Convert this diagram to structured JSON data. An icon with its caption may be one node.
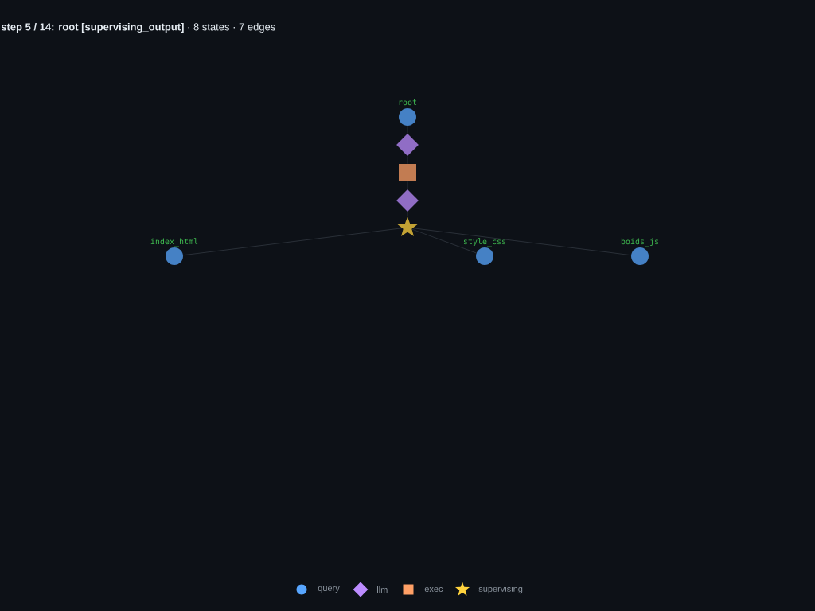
{
  "diagram": {
    "title": "**step 5 / 14: root [supervising_output]** · 8 states · 7 edges",
    "nodes": [
      {
        "text": [
          "root"
        ]
      },
      {
        "text": [],
        "shape": "diamond"
      },
      {
        "text": [],
        "shape": "box"
      },
      {
        "text": [],
        "shape": "diamond"
      },
      {
        "text": [],
        "shape": "star"
      },
      {
        "text": [
          "index_html"
        ]
      },
      {
        "text": [
          "style_css"
        ]
      },
      {
        "text": [
          "boids_js"
        ]
      }
    ],
    "edges": [
      {
        "from": 0,
        "to": 1,
        "arrow": "none"
      },
      {
        "from": 1,
        "to": 2,
        "arrow": "none"
      },
      {
        "from": 2,
        "to": 3,
        "arrow": "none"
      },
      {
        "from": 3,
        "to": 4,
        "arrow": "none"
      },
      {
        "from": 4,
        "to": 5,
        "arrow": "none"
      },
      {
        "from": 4,
        "to": 6,
        "arrow": "none"
      },
      {
        "from": 4,
        "to": 7,
        "arrow": "none"
      }
    ],
    "legend": [
      {
        "text": "query",
        "color": "#58a6ff"
      },
      {
        "text": "llm",
        "color": "#bc8cff"
      },
      {
        "text": "exec",
        "color": "#ffa066"
      },
      {
        "text": "supervising",
        "color": "#ffd33d"
      }
    ]
  }
}
